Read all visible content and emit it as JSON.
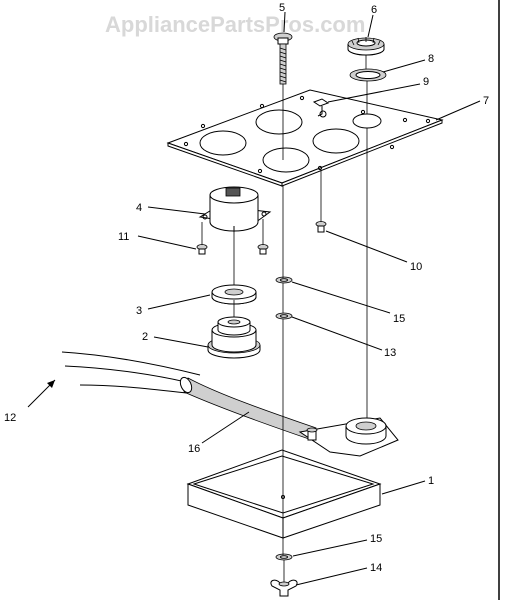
{
  "watermark": "AppliancePartsPros.com",
  "callouts": {
    "p1": "1",
    "p2": "2",
    "p3": "3",
    "p4": "4",
    "p5": "5",
    "p6": "6",
    "p7": "7",
    "p8": "8",
    "p9": "9",
    "p10": "10",
    "p11": "11",
    "p12": "12",
    "p13": "13",
    "p14": "14",
    "p15a": "15",
    "p15b": "15",
    "p16": "16"
  }
}
